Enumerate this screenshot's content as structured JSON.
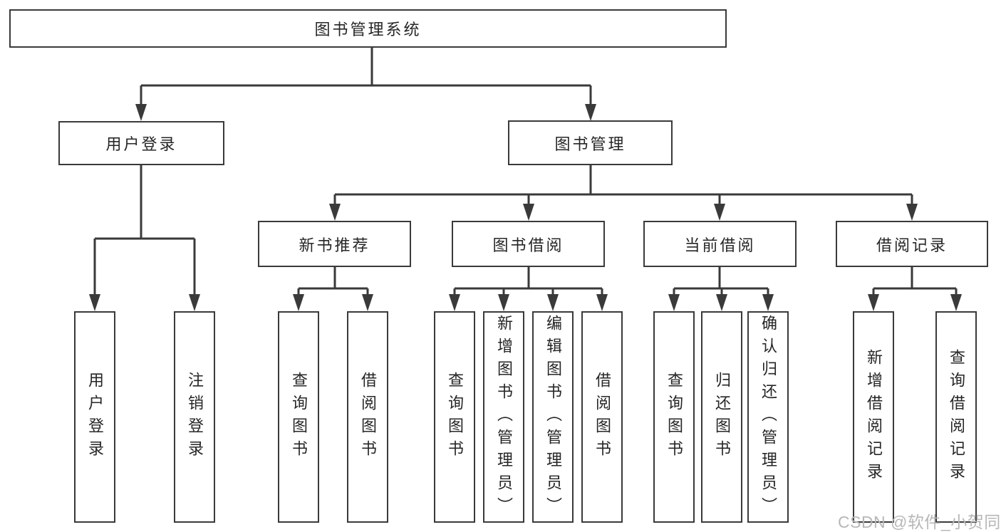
{
  "diagram": {
    "root": {
      "label": "图书管理系统"
    },
    "level2": {
      "user_login": {
        "label": "用户登录"
      },
      "book_mgmt": {
        "label": "图书管理"
      }
    },
    "level3": {
      "new_books": {
        "label": "新书推荐"
      },
      "borrow": {
        "label": "图书借阅"
      },
      "current": {
        "label": "当前借阅"
      },
      "records": {
        "label": "借阅记录"
      }
    },
    "leaves": {
      "user_login": [
        "用户登录",
        "注销登录"
      ],
      "new_books": [
        "查询图书",
        "借阅图书"
      ],
      "borrow": [
        "查询图书",
        "新增图书（管理员）",
        "编辑图书（管理员）",
        "借阅图书"
      ],
      "current": [
        "查询图书",
        "归还图书",
        "确认归还（管理员）"
      ],
      "records": [
        "新增借阅记录",
        "查询借阅记录"
      ]
    }
  },
  "watermark": {
    "text": "CSDN @软件_小贺同学"
  },
  "colors": {
    "line": "#3a3a3a",
    "box_border": "#3a3a3a",
    "text": "#262626",
    "watermark": "#b7b7b7",
    "background": "#ffffff"
  }
}
